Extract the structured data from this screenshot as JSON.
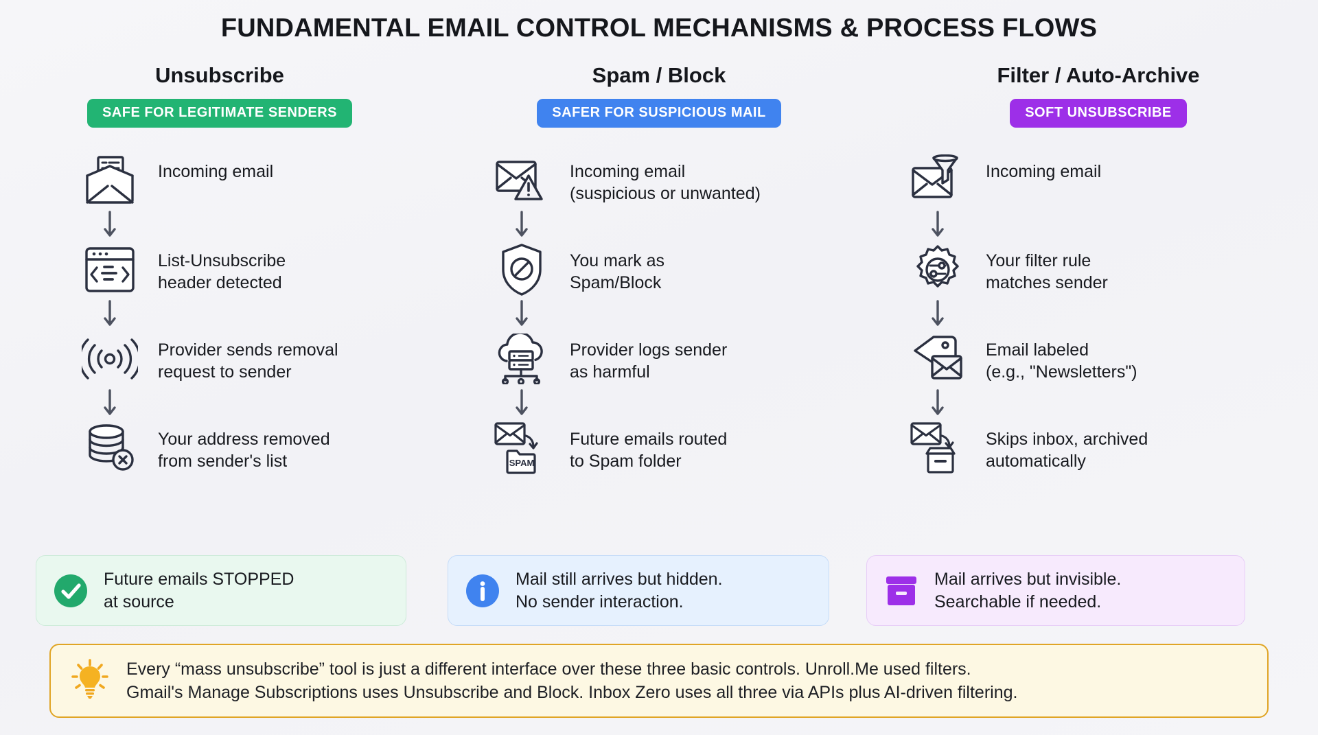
{
  "title": "FUNDAMENTAL EMAIL CONTROL MECHANISMS & PROCESS FLOWS",
  "colors": {
    "background": "#f4f4f7",
    "green": "#22b473",
    "blue": "#4083ef",
    "purple": "#9d2fe8",
    "amber": "#e0a526",
    "icon_stroke": "#2b3040",
    "text": "#181a1f"
  },
  "columns": [
    {
      "title": "Unsubscribe",
      "badge": "SAFE FOR LEGITIMATE SENDERS",
      "badge_color": "#22b473",
      "steps": [
        {
          "icon": "newsletter-envelope-icon",
          "text": "Incoming email"
        },
        {
          "icon": "code-window-icon",
          "text": "List-Unsubscribe\nheader detected"
        },
        {
          "icon": "broadcast-signal-icon",
          "text": "Provider sends removal\nrequest to sender"
        },
        {
          "icon": "database-remove-icon",
          "text": "Your address removed\nfrom sender's list"
        }
      ],
      "summary": {
        "icon": "check-circle-icon",
        "text": "Future emails STOPPED\nat source",
        "style": "green"
      }
    },
    {
      "title": "Spam / Block",
      "badge": "SAFER FOR SUSPICIOUS MAIL",
      "badge_color": "#4083ef",
      "steps": [
        {
          "icon": "envelope-warning-icon",
          "text": "Incoming email\n(suspicious or unwanted)"
        },
        {
          "icon": "shield-block-icon",
          "text": "You mark as\nSpam/Block"
        },
        {
          "icon": "cloud-server-icon",
          "text": "Provider logs sender\nas harmful"
        },
        {
          "icon": "envelope-to-spam-folder-icon",
          "text": "Future emails routed\nto Spam folder",
          "icon_label": "SPAM"
        }
      ],
      "summary": {
        "icon": "info-circle-icon",
        "text": "Mail still arrives but hidden.\nNo sender interaction.",
        "style": "blue"
      }
    },
    {
      "title": "Filter / Auto-Archive",
      "badge": "SOFT UNSUBSCRIBE",
      "badge_color": "#9d2fe8",
      "steps": [
        {
          "icon": "envelope-funnel-icon",
          "text": "Incoming email"
        },
        {
          "icon": "gear-sliders-icon",
          "text": "Your filter rule\nmatches sender"
        },
        {
          "icon": "tag-envelope-icon",
          "text": "Email labeled\n(e.g., \"Newsletters\")"
        },
        {
          "icon": "envelope-to-archive-box-icon",
          "text": "Skips inbox, archived\nautomatically"
        }
      ],
      "summary": {
        "icon": "archive-box-icon",
        "text": "Mail arrives but invisible.\nSearchable if needed.",
        "style": "purple"
      }
    }
  ],
  "footer": {
    "icon": "lightbulb-icon",
    "text": "Every “mass unsubscribe” tool is just a different interface over these three basic controls. Unroll.Me used filters.\nGmail's Manage Subscriptions uses Unsubscribe and Block. Inbox Zero uses all three via APIs plus AI-driven filtering."
  }
}
